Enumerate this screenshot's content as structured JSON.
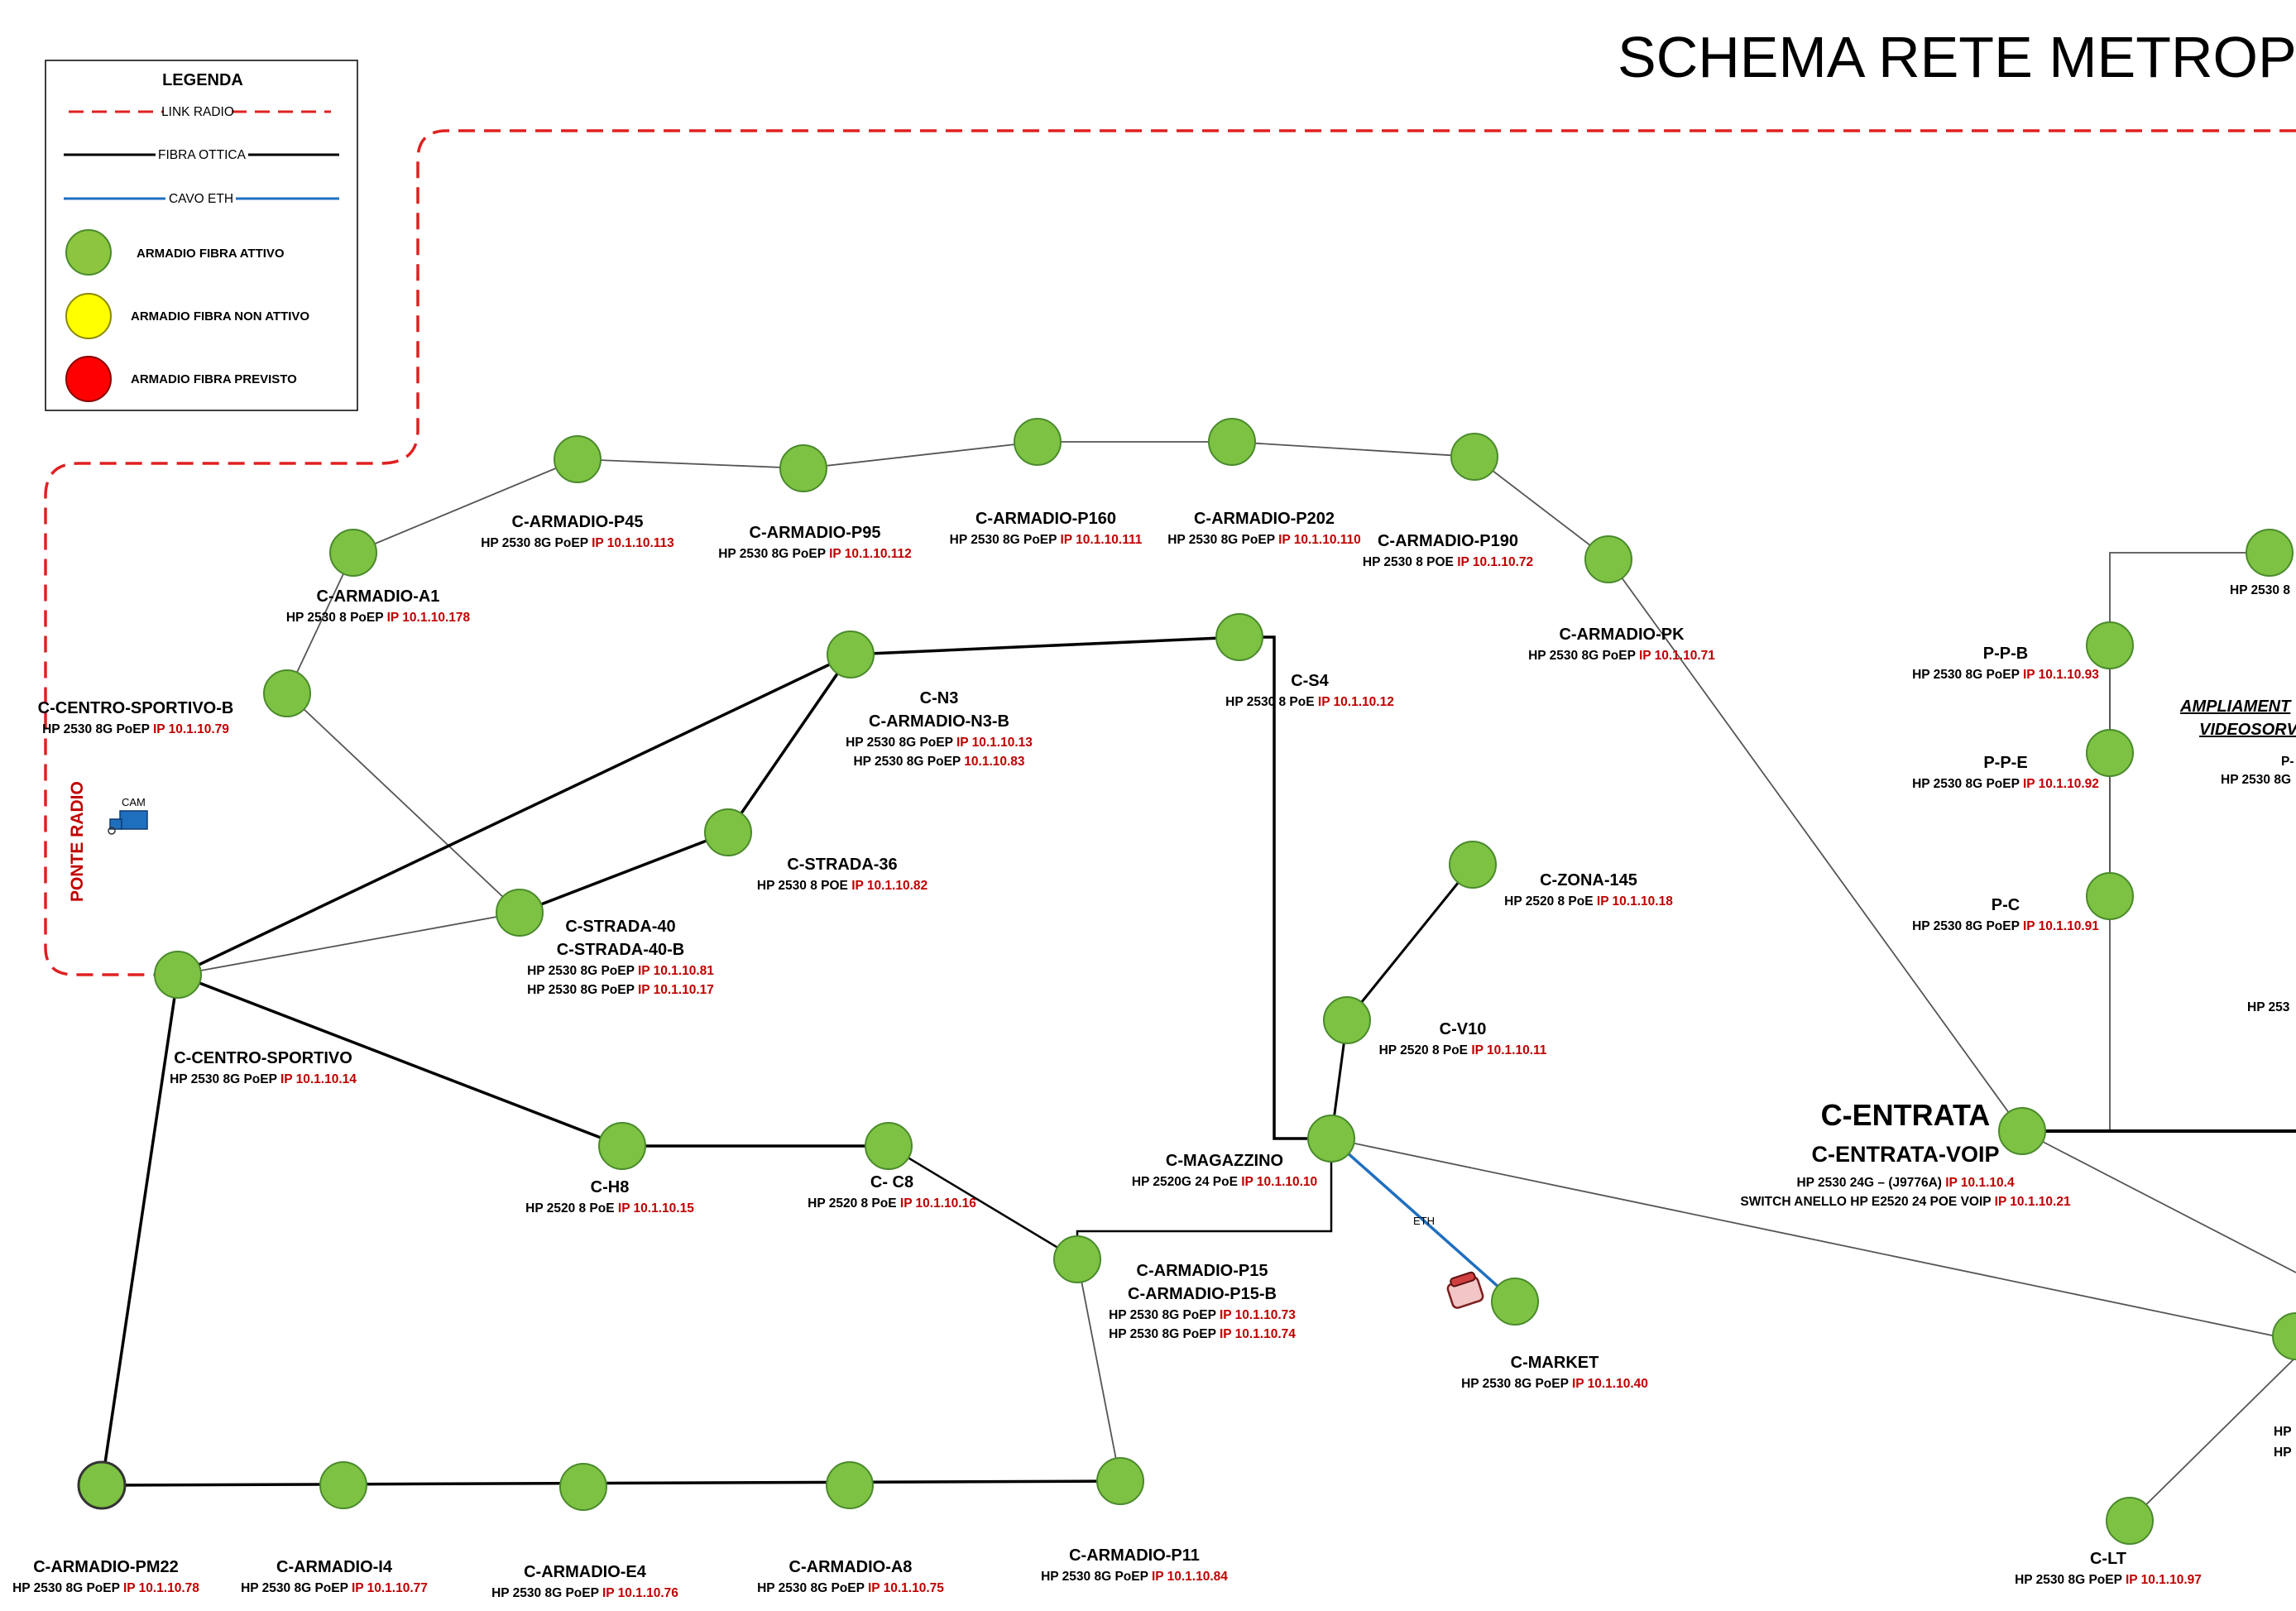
{
  "title": "SCHEMA RETE METROPO",
  "legend": {
    "title": "LEGENDA",
    "items": [
      {
        "label": "LINK RADIO"
      },
      {
        "label": "FIBRA OTTICA"
      },
      {
        "label": "CAVO ETH"
      },
      {
        "label": "ARMADIO FIBRA ATTIVO",
        "color": "#8cc63f"
      },
      {
        "label": "ARMADIO FIBRA NON ATTIVO",
        "color": "#ffff00"
      },
      {
        "label": "ARMADIO FIBRA PREVISTO",
        "color": "#ff0000"
      }
    ]
  },
  "colors": {
    "active_node": "#7dc242",
    "node_stroke": "#4a8a2c",
    "radio_link": "#e02020",
    "fiber": "#000000",
    "eth": "#1f6fbf",
    "ip": "#c00000"
  },
  "radio_label": "PONTE RADIO",
  "cam_label": "CAM",
  "eth_label": "ETH",
  "ampliamento": [
    "AMPLIAMENT",
    "VIDEOSORV"
  ],
  "nodes": {
    "p45": {
      "names": [
        "C-ARMADIO-P45"
      ],
      "lines": [
        {
          "model": "HP 2530 8G PoEP ",
          "ip": "IP 10.1.10.113"
        }
      ]
    },
    "p95": {
      "names": [
        "C-ARMADIO-P95"
      ],
      "lines": [
        {
          "model": "HP 2530 8G PoEP ",
          "ip": "IP 10.1.10.112"
        }
      ]
    },
    "p160": {
      "names": [
        "C-ARMADIO-P160"
      ],
      "lines": [
        {
          "model": "HP 2530 8G PoEP ",
          "ip": "IP 10.1.10.111"
        }
      ]
    },
    "p202": {
      "names": [
        "C-ARMADIO-P202"
      ],
      "lines": [
        {
          "model": "HP 2530 8G PoEP ",
          "ip": "IP 10.1.10.110"
        }
      ]
    },
    "p190": {
      "names": [
        "C-ARMADIO-P190"
      ],
      "lines": [
        {
          "model": "HP 2530 8 POE ",
          "ip": "IP 10.1.10.72"
        }
      ]
    },
    "pk": {
      "names": [
        "C-ARMADIO-PK"
      ],
      "lines": [
        {
          "model": "HP 2530 8G PoEP ",
          "ip": "IP 10.1.10.71"
        }
      ]
    },
    "a1": {
      "names": [
        "C-ARMADIO-A1"
      ],
      "lines": [
        {
          "model": "HP 2530 8 PoEP ",
          "ip": "IP 10.1.10.178"
        }
      ]
    },
    "csb": {
      "names": [
        "C-CENTRO-SPORTIVO-B"
      ],
      "lines": [
        {
          "model": "HP 2530 8G PoEP ",
          "ip": "IP 10.1.10.79"
        }
      ]
    },
    "n3": {
      "names": [
        "C-N3",
        "C-ARMADIO-N3-B"
      ],
      "lines": [
        {
          "model": "HP 2530 8G PoEP ",
          "ip": "IP 10.1.10.13"
        },
        {
          "model": "HP 2530 8G PoEP ",
          "ip": "10.1.10.83"
        }
      ]
    },
    "s4": {
      "names": [
        "C-S4"
      ],
      "lines": [
        {
          "model": "HP 2530 8 PoE ",
          "ip": "IP 10.1.10.12"
        }
      ]
    },
    "s36": {
      "names": [
        "C-STRADA-36"
      ],
      "lines": [
        {
          "model": "HP 2530 8 POE ",
          "ip": "IP 10.1.10.82"
        }
      ]
    },
    "s40": {
      "names": [
        "C-STRADA-40",
        "C-STRADA-40-B"
      ],
      "lines": [
        {
          "model": "HP 2530 8G PoEP ",
          "ip": "IP 10.1.10.81"
        },
        {
          "model": "HP 2530 8G PoEP ",
          "ip": "IP 10.1.10.17"
        }
      ]
    },
    "cs": {
      "names": [
        "C-CENTRO-SPORTIVO"
      ],
      "lines": [
        {
          "model": "HP 2530 8G PoEP ",
          "ip": "IP 10.1.10.14"
        }
      ]
    },
    "z145": {
      "names": [
        "C-ZONA-145"
      ],
      "lines": [
        {
          "model": "HP 2520 8 PoE ",
          "ip": "IP 10.1.10.18"
        }
      ]
    },
    "v10": {
      "names": [
        "C-V10"
      ],
      "lines": [
        {
          "model": "HP 2520 8 PoE ",
          "ip": "IP 10.1.10.11"
        }
      ]
    },
    "mag": {
      "names": [
        "C-MAGAZZINO"
      ],
      "lines": [
        {
          "model": "HP 2520G 24 PoE  ",
          "ip": "IP 10.1.10.10"
        }
      ]
    },
    "h8": {
      "names": [
        "C-H8"
      ],
      "lines": [
        {
          "model": "HP 2520 8 PoE ",
          "ip": "IP 10.1.10.15"
        }
      ]
    },
    "c8": {
      "names": [
        "C- C8"
      ],
      "lines": [
        {
          "model": "HP 2520 8 PoE ",
          "ip": "IP 10.1.10.16"
        }
      ]
    },
    "p15": {
      "names": [
        "C-ARMADIO-P15",
        "C-ARMADIO-P15-B"
      ],
      "lines": [
        {
          "model": "HP 2530 8G PoEP ",
          "ip": "IP 10.1.10.73"
        },
        {
          "model": "HP 2530 8G PoEP ",
          "ip": "IP 10.1.10.74"
        }
      ]
    },
    "market": {
      "names": [
        "C-MARKET"
      ],
      "lines": [
        {
          "model": "HP 2530 8G PoEP ",
          "ip": "IP 10.1.10.40"
        }
      ]
    },
    "pm22": {
      "names": [
        "C-ARMADIO-PM22"
      ],
      "lines": [
        {
          "model": "HP 2530 8G PoEP ",
          "ip": "IP 10.1.10.78"
        }
      ]
    },
    "i4": {
      "names": [
        "C-ARMADIO-I4"
      ],
      "lines": [
        {
          "model": "HP 2530 8G PoEP ",
          "ip": "IP 10.1.10.77"
        }
      ]
    },
    "e4": {
      "names": [
        "C-ARMADIO-E4"
      ],
      "lines": [
        {
          "model": "HP 2530 8G PoEP ",
          "ip": "IP 10.1.10.76"
        }
      ]
    },
    "a8": {
      "names": [
        "C-ARMADIO-A8"
      ],
      "lines": [
        {
          "model": "HP 2530 8G PoEP ",
          "ip": "IP 10.1.10.75"
        }
      ]
    },
    "p11": {
      "names": [
        "C-ARMADIO-P11"
      ],
      "lines": [
        {
          "model": "HP 2530 8G PoEP ",
          "ip": "IP 10.1.10.84"
        }
      ]
    },
    "ppb": {
      "names": [
        "P-P-B"
      ],
      "lines": [
        {
          "model": "HP 2530 8G PoEP ",
          "ip": "IP 10.1.10.93"
        }
      ]
    },
    "ppe": {
      "names": [
        "P-P-E"
      ],
      "lines": [
        {
          "model": "HP 2530 8G PoEP ",
          "ip": "IP 10.1.10.92"
        }
      ]
    },
    "pc": {
      "names": [
        "P-C"
      ],
      "lines": [
        {
          "model": "HP 2530 8G PoEP ",
          "ip": "IP 10.1.10.91"
        }
      ]
    },
    "lt": {
      "names": [
        "C-LT"
      ],
      "lines": [
        {
          "model": "HP 2530 8G PoEP ",
          "ip": "IP 10.1.10.97"
        }
      ]
    },
    "entrata": {
      "names": [
        "C-ENTRATA",
        "C-ENTRATA-VOIP"
      ],
      "lines": [
        {
          "model": "HP 2530 24G – (J9776A) ",
          "ip": "IP 10.1.10.4"
        },
        {
          "model": "SWITCH ANELLO HP E2520 24 POE VOIP ",
          "ip": "IP 10.1.10.21"
        }
      ]
    }
  },
  "partial_labels": [
    "HP 2530 8",
    "P-",
    "HP 2530 8G",
    "HP 253",
    "HP",
    "HP"
  ]
}
